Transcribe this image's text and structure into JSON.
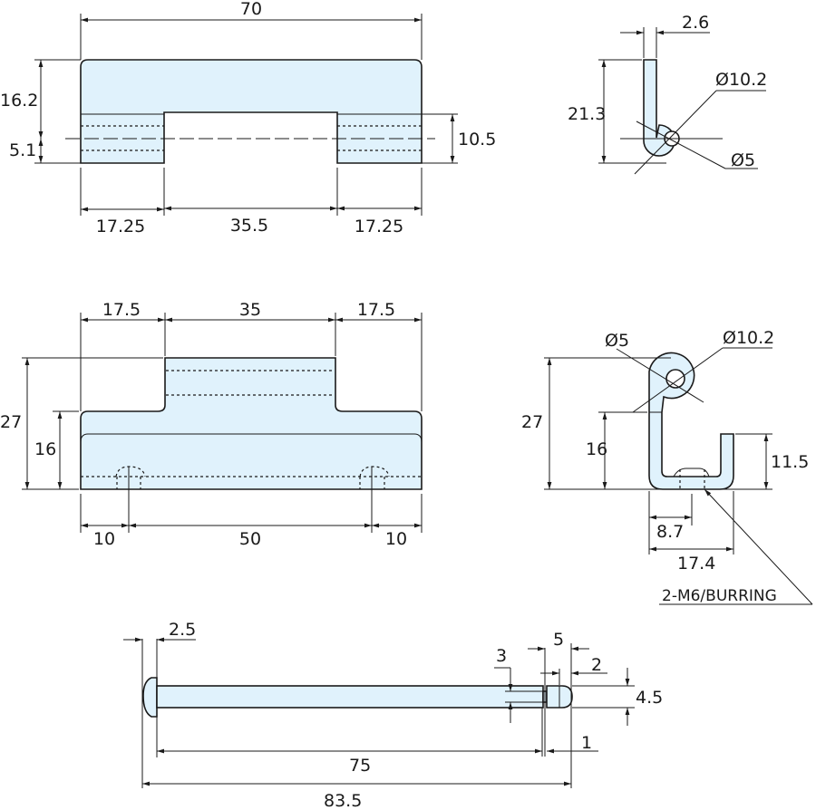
{
  "drawing": {
    "title": "Hinge technical drawing",
    "colors": {
      "part_fill": "#e0f2fc",
      "line": "#1a1a1a",
      "background": "#ffffff"
    },
    "views": {
      "top_left": {
        "overall_width": "70",
        "height": "16.2",
        "knuckle_offset": "5.1",
        "knuckle_height": "10.5",
        "segments": [
          "17.25",
          "35.5",
          "17.25"
        ]
      },
      "top_right": {
        "thickness": "2.6",
        "height": "21.3",
        "outer_diameter": "Ø10.2",
        "inner_diameter": "Ø5"
      },
      "middle_left": {
        "top_segments": [
          "17.5",
          "35",
          "17.5"
        ],
        "overall_height": "27",
        "base_height": "16",
        "bottom_segments": [
          "10",
          "50",
          "10"
        ]
      },
      "middle_right": {
        "inner_diameter": "Ø5",
        "outer_diameter": "Ø10.2",
        "overall_height": "27",
        "body_height": "16",
        "lip_height": "11.5",
        "hole_offset": "8.7",
        "width": "17.4",
        "note": "2-M6/BURRING"
      },
      "pin": {
        "head_thickness": "2.5",
        "groove_width": "3",
        "tip_length": "5",
        "tip_radius_length": "2",
        "diameter": "4.5",
        "gap": "1",
        "shank_length": "75",
        "overall_length": "83.5"
      }
    }
  }
}
